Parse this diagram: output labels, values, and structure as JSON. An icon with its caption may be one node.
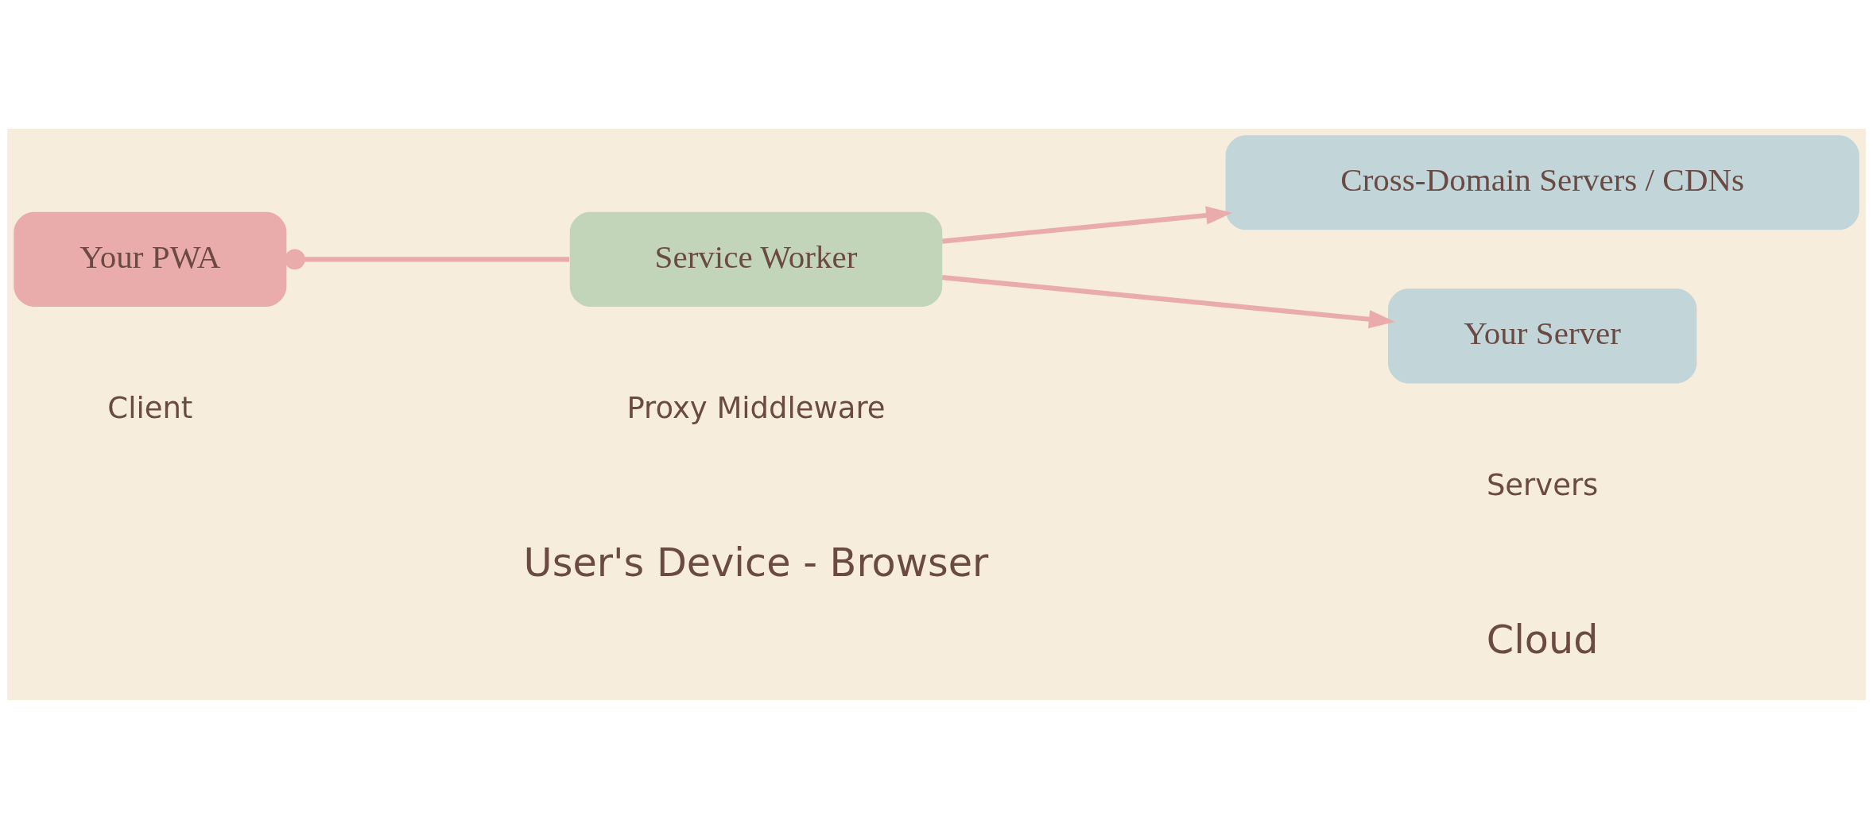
{
  "diagram": {
    "nodes": [
      {
        "text": [
          "Your PWA"
        ]
      },
      {
        "text": [
          "Service Worker"
        ]
      },
      {
        "text": [
          "Cross-Domain Servers / CDNs"
        ]
      },
      {
        "text": [
          "Your Server"
        ]
      }
    ],
    "edges": [
      {
        "from": 0,
        "to": 1,
        "arrow": "other"
      },
      {
        "from": 1,
        "to": 2,
        "arrow": "to"
      },
      {
        "from": 1,
        "to": 3,
        "arrow": "to"
      }
    ],
    "labels": [
      "Client",
      "Proxy Middleware",
      "Servers",
      "User's Device - Browser",
      "Cloud"
    ]
  }
}
